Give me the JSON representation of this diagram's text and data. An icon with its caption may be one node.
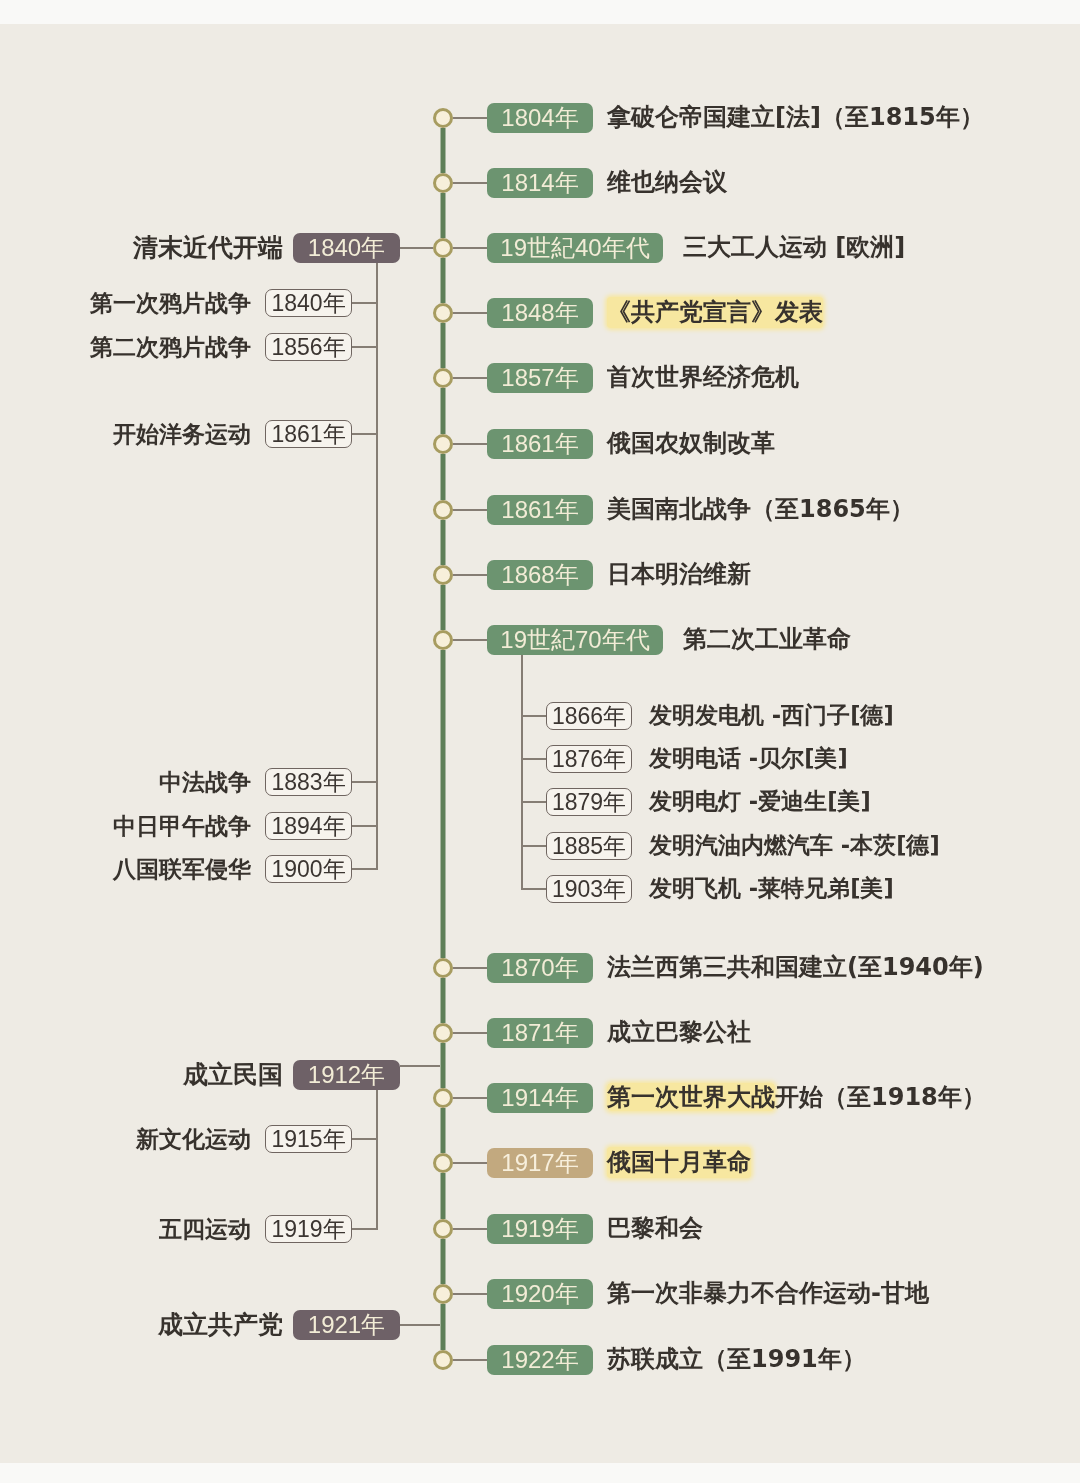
{
  "diagram": {
    "nodes": [
      {
        "text": [],
        "shape": "circle"
      },
      {
        "text": [
          "1804年"
        ],
        "beside": [
          "拿破仑帝国建立[法]（至1815年）"
        ]
      },
      {
        "text": [],
        "shape": "circle"
      },
      {
        "text": [
          "1814年"
        ],
        "beside": [
          "维也纳会议"
        ]
      },
      {
        "text": [
          "1840年"
        ],
        "beside": [
          "清末近代开端"
        ]
      },
      {
        "text": [],
        "shape": "circle"
      },
      {
        "text": [
          "19世紀40年代"
        ],
        "beside": [
          "三大工人运动 [欧洲]"
        ]
      },
      {
        "text": [
          "1840年"
        ],
        "beside": [
          "第一次鸦片战争"
        ]
      },
      {
        "text": [],
        "shape": "circle"
      },
      {
        "text": [
          "1848年"
        ],
        "beside": [
          "《共产党宣言》发表"
        ]
      },
      {
        "text": [
          "1856年"
        ],
        "beside": [
          "第二次鸦片战争"
        ]
      },
      {
        "text": [],
        "shape": "circle"
      },
      {
        "text": [
          "1857年"
        ],
        "beside": [
          "首次世界经济危机"
        ]
      },
      {
        "text": [
          "1861年"
        ],
        "beside": [
          "开始洋务运动"
        ]
      },
      {
        "text": [],
        "shape": "circle"
      },
      {
        "text": [
          "1861年"
        ],
        "beside": [
          "俄国农奴制改革"
        ]
      },
      {
        "text": [],
        "shape": "circle"
      },
      {
        "text": [
          "1861年"
        ],
        "beside": [
          "美国南北战争（至1865年）"
        ]
      },
      {
        "text": [],
        "shape": "circle"
      },
      {
        "text": [
          "1868年"
        ],
        "beside": [
          "日本明治维新"
        ]
      },
      {
        "text": [],
        "shape": "circle"
      },
      {
        "text": [
          "19世紀70年代"
        ],
        "beside": [
          "第二次工业革命"
        ]
      },
      {
        "text": [
          "1866年"
        ],
        "beside": [
          "发明发电机 -西门子[德]"
        ]
      },
      {
        "text": [
          "1876年"
        ],
        "beside": [
          "发明电话 -贝尔[美]"
        ]
      },
      {
        "text": [
          "1883年"
        ],
        "beside": [
          "中法战争"
        ]
      },
      {
        "text": [
          "1879年"
        ],
        "beside": [
          "发明电灯 -爱迪生[美]"
        ]
      },
      {
        "text": [
          "1894年"
        ],
        "beside": [
          "中日甲午战争"
        ]
      },
      {
        "text": [
          "1885年"
        ],
        "beside": [
          "发明汽油内燃汽车 -本茨[德]"
        ]
      },
      {
        "text": [
          "1900年"
        ],
        "beside": [
          "八国联军侵华"
        ]
      },
      {
        "text": [
          "1903年"
        ],
        "beside": [
          "发明飞机 -莱特兄弟[美]"
        ]
      },
      {
        "text": [],
        "shape": "circle"
      },
      {
        "text": [
          "1870年"
        ],
        "beside": [
          "法兰西第三共和国建立(至1940年)"
        ]
      },
      {
        "text": [],
        "shape": "circle"
      },
      {
        "text": [
          "1871年"
        ],
        "beside": [
          "成立巴黎公社"
        ]
      },
      {
        "text": [
          "1912年"
        ],
        "beside": [
          "成立民国"
        ]
      },
      {
        "text": [],
        "shape": "circle"
      },
      {
        "text": [
          "1914年"
        ],
        "beside": [
          "**第一次世界大战**开始（至1918年）"
        ]
      },
      {
        "text": [
          "1915年"
        ],
        "beside": [
          "新文化运动"
        ]
      },
      {
        "text": [],
        "shape": "circle"
      },
      {
        "text": [
          "1917年"
        ],
        "beside": [
          "俄国十月革命"
        ]
      },
      {
        "text": [
          "1919年"
        ],
        "beside": [
          "五四运动"
        ]
      },
      {
        "text": [],
        "shape": "circle"
      },
      {
        "text": [
          "1919年"
        ],
        "beside": [
          "巴黎和会"
        ]
      },
      {
        "text": [],
        "shape": "circle"
      },
      {
        "text": [
          "1920年"
        ],
        "beside": [
          "第一次非暴力不合作运动-甘地"
        ]
      },
      {
        "text": [
          "1921年"
        ],
        "beside": [
          "成立共产党"
        ]
      },
      {
        "text": [],
        "shape": "circle"
      },
      {
        "text": [
          "1922年"
        ],
        "beside": [
          "苏联成立（至1991年）"
        ]
      }
    ],
    "edges": [
      {
        "from": 0,
        "to": 2,
        "arrow": "none",
        "style": "thick",
        "color": "#5e7f58"
      },
      {
        "from": 2,
        "to": 5,
        "arrow": "none",
        "style": "thick",
        "color": "#5e7f58"
      },
      {
        "from": 5,
        "to": 8,
        "arrow": "none",
        "style": "thick",
        "color": "#5e7f58"
      },
      {
        "from": 8,
        "to": 11,
        "arrow": "none",
        "style": "thick",
        "color": "#5e7f58"
      },
      {
        "from": 11,
        "to": 14,
        "arrow": "none",
        "style": "thick",
        "color": "#5e7f58"
      },
      {
        "from": 14,
        "to": 16,
        "arrow": "none",
        "style": "thick",
        "color": "#5e7f58"
      },
      {
        "from": 16,
        "to": 18,
        "arrow": "none",
        "style": "thick",
        "color": "#5e7f58"
      },
      {
        "from": 18,
        "to": 20,
        "arrow": "none",
        "style": "thick",
        "color": "#5e7f58"
      },
      {
        "from": 20,
        "to": 30,
        "arrow": "none",
        "style": "thick",
        "color": "#5e7f58"
      },
      {
        "from": 30,
        "to": 32,
        "arrow": "none",
        "style": "thick",
        "color": "#5e7f58"
      },
      {
        "from": 32,
        "to": 35,
        "arrow": "none",
        "style": "thick",
        "color": "#5e7f58"
      },
      {
        "from": 35,
        "to": 38,
        "arrow": "none",
        "style": "thick",
        "color": "#5e7f58"
      },
      {
        "from": 38,
        "to": 41,
        "arrow": "none",
        "style": "thick",
        "color": "#5e7f58"
      },
      {
        "from": 41,
        "to": 43,
        "arrow": "none",
        "style": "thick",
        "color": "#5e7f58"
      },
      {
        "from": 43,
        "to": 46,
        "arrow": "none",
        "style": "thick",
        "color": "#5e7f58"
      },
      {
        "from": 0,
        "to": 1,
        "arrow": "none"
      },
      {
        "from": 2,
        "to": 3,
        "arrow": "none"
      },
      {
        "from": 4,
        "to": 5,
        "arrow": "none"
      },
      {
        "from": 5,
        "to": 6,
        "arrow": "none"
      },
      {
        "from": 4,
        "to": 7,
        "arrow": "none"
      },
      {
        "from": 8,
        "to": 9,
        "arrow": "none"
      },
      {
        "from": 4,
        "to": 10,
        "arrow": "none"
      },
      {
        "from": 11,
        "to": 12,
        "arrow": "none"
      },
      {
        "from": 4,
        "to": 13,
        "arrow": "none"
      },
      {
        "from": 14,
        "to": 15,
        "arrow": "none"
      },
      {
        "from": 16,
        "to": 17,
        "arrow": "none"
      },
      {
        "from": 18,
        "to": 19,
        "arrow": "none"
      },
      {
        "from": 20,
        "to": 21,
        "arrow": "none"
      },
      {
        "from": 21,
        "to": 22,
        "arrow": "none"
      },
      {
        "from": 21,
        "to": 23,
        "arrow": "none"
      },
      {
        "from": 4,
        "to": 24,
        "arrow": "none"
      },
      {
        "from": 21,
        "to": 25,
        "arrow": "none"
      },
      {
        "from": 4,
        "to": 26,
        "arrow": "none"
      },
      {
        "from": 21,
        "to": 27,
        "arrow": "none"
      },
      {
        "from": 4,
        "to": 28,
        "arrow": "none"
      },
      {
        "from": 21,
        "to": 29,
        "arrow": "none"
      },
      {
        "from": 30,
        "to": 31,
        "arrow": "none"
      },
      {
        "from": 32,
        "to": 33,
        "arrow": "none"
      },
      {
        "from": 34,
        "to": null,
        "arrow": "none"
      },
      {
        "from": 35,
        "to": 36,
        "arrow": "none"
      },
      {
        "from": 34,
        "to": 37,
        "arrow": "none"
      },
      {
        "from": 38,
        "to": 39,
        "arrow": "none"
      },
      {
        "from": 34,
        "to": 40,
        "arrow": "none"
      },
      {
        "from": 41,
        "to": 42,
        "arrow": "none"
      },
      {
        "from": 43,
        "to": 44,
        "arrow": "none"
      },
      {
        "from": 45,
        "to": null,
        "arrow": "none"
      },
      {
        "from": 46,
        "to": 47,
        "arrow": "none"
      }
    ]
  }
}
